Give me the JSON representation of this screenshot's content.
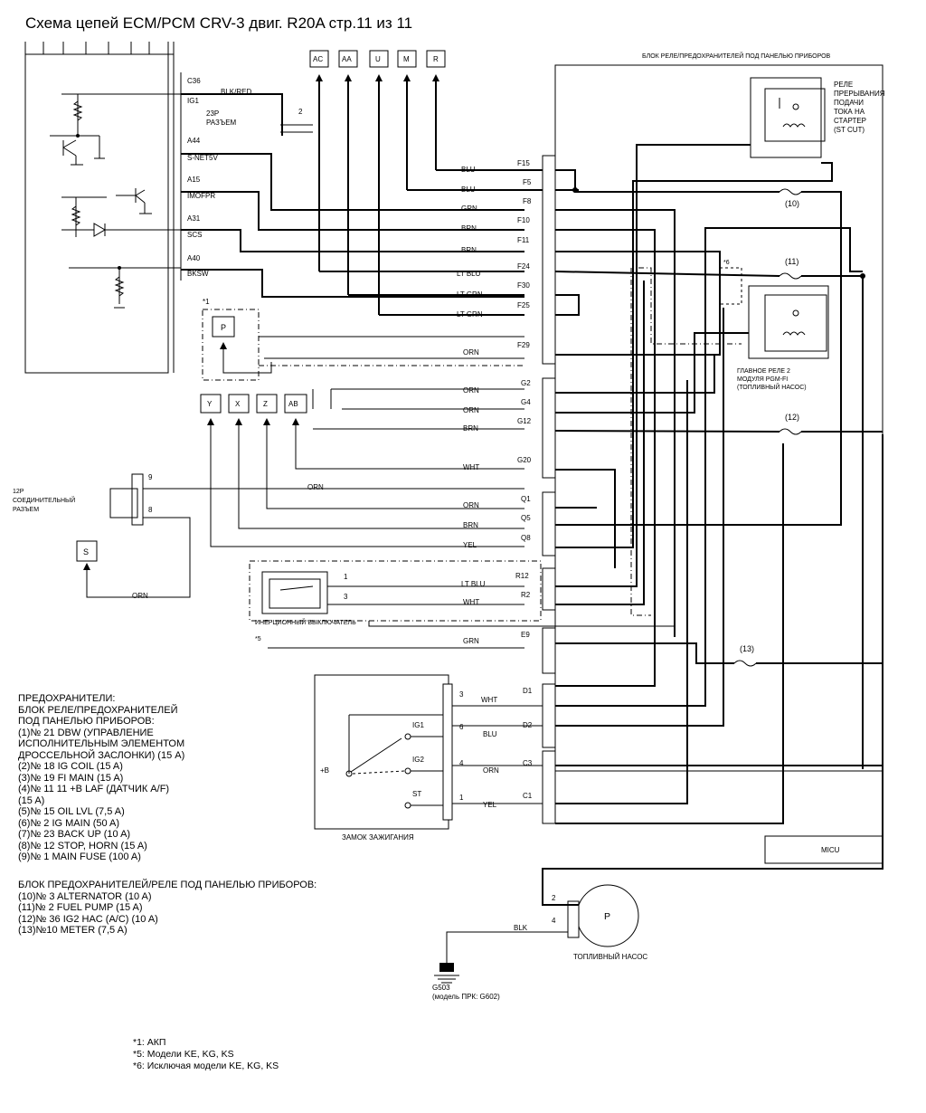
{
  "title": "Схема цепей ECM/PCM CRV-3 двиг. R20A  стр.11 из 11",
  "top_connectors": [
    "AC",
    "AA",
    "U",
    "M",
    "R"
  ],
  "mid_connectors": [
    "Y",
    "X",
    "Z",
    "AB"
  ],
  "connector_p": "P",
  "connector_s": "S",
  "ecm_pins": [
    {
      "pin": "C36",
      "signal": "IG1"
    },
    {
      "pin": "A44",
      "signal": "S-NET5V"
    },
    {
      "pin": "A15",
      "signal": "IMOFPR"
    },
    {
      "pin": "A31",
      "signal": "SCS"
    },
    {
      "pin": "A40",
      "signal": "BKSW"
    }
  ],
  "ecm_wire_blk_red": "BLK/RED",
  "connector_23p": "23P\nРАЗЪЕМ",
  "cap_label": "2",
  "note_marks": {
    "n1": "*1",
    "n5": "*5",
    "n6": "*6"
  },
  "fuse_block_title": "БЛОК РЕЛЕ/ПРЕДОХРАНИТЕЛЕЙ ПОД ПАНЕЛЬЮ ПРИБОРОВ",
  "relay_st_cut": [
    "РЕЛЕ",
    "ПРЕРЫВАНИЯ",
    "ПОДАЧИ",
    "ТОКА НА",
    "СТАРТЕР",
    "(ST CUT)"
  ],
  "main_relay": [
    "ГЛАВНОЕ РЕЛЕ 2",
    "МОДУЛЯ PGM-FI",
    "(ТОПЛИВНЫЙ НАСОС)"
  ],
  "fuse_labels": [
    "(10)",
    "(11)",
    "(12)",
    "(13)"
  ],
  "wires": [
    {
      "color": "BLU",
      "pin": "F15"
    },
    {
      "color": "BLU",
      "pin": "F5"
    },
    {
      "color": "GRN",
      "pin": "F8"
    },
    {
      "color": "BRN",
      "pin": "F10"
    },
    {
      "color": "BRN",
      "pin": "F11"
    },
    {
      "color": "LT BLU",
      "pin": "F24"
    },
    {
      "color": "LT GRN",
      "pin": "F30"
    },
    {
      "color": "LT GRN",
      "pin": "F25"
    },
    {
      "color": "ORN",
      "pin": "F29"
    },
    {
      "color": "ORN",
      "pin": "G2"
    },
    {
      "color": "ORN",
      "pin": "G4"
    },
    {
      "color": "BRN",
      "pin": "G12"
    },
    {
      "color": "WHT",
      "pin": "G20"
    },
    {
      "color": "ORN",
      "pin": "Q1"
    },
    {
      "color": "BRN",
      "pin": "Q5"
    },
    {
      "color": "YEL",
      "pin": "Q8"
    },
    {
      "color": "LT BLU",
      "pin": "R12"
    },
    {
      "color": "WHT",
      "pin": "R2"
    },
    {
      "color": "GRN",
      "pin": "E9"
    }
  ],
  "conn12p": {
    "label": "12P\nСОЕДИНИТЕЛЬНЫЙ\nРАЗЪЕМ",
    "pin9": "9",
    "pin8": "8",
    "wire_orn": "ORN",
    "s_wire": "ORN"
  },
  "inertia_switch": {
    "label": "ИНЕРЦИОННЫЙ ВЫКЛЮЧАТЕЛЬ",
    "pin1": "1",
    "pin3": "3"
  },
  "ignition": {
    "title": "ЗАМОК ЗАЖИГАНИЯ",
    "plus_b": "+B",
    "positions": [
      "IG1",
      "IG2",
      "ST"
    ],
    "pins": [
      {
        "num": "3",
        "color": "WHT",
        "pin": "D1"
      },
      {
        "num": "6",
        "color": "BLU",
        "pin": "D2"
      },
      {
        "num": "4",
        "color": "ORN",
        "pin": "C3"
      },
      {
        "num": "1",
        "color": "YEL",
        "pin": "C1"
      }
    ]
  },
  "micu": "MICU",
  "fuel_pump": {
    "label": "ТОПЛИВНЫЙ НАСОС",
    "pin2": "2",
    "pin4": "4",
    "wire": "BLK",
    "symbol": "P"
  },
  "ground": {
    "name": "G503",
    "note": "(модель ПРК: G602)"
  },
  "fuses_heading": [
    "ПРЕДОХРАНИТЕЛИ:",
    "БЛОК РЕЛЕ/ПРЕДОХРАНИТЕЛЕЙ",
    "ПОД ПАНЕЛЬЮ ПРИБОРОВ:",
    "(1)№ 21 DBW (УПРАВЛЕНИЕ",
    "ИСПОЛНИТЕЛЬНЫМ ЭЛЕМЕНТОМ",
    "ДРОССЕЛЬНОЙ ЗАСЛОНКИ) (15 A)",
    "(2)№ 18 IG COIL (15 A)",
    "(3)№ 19 FI MAIN (15 A)",
    "(4)№ 11 11 +B LAF (ДАТЧИК A/F)",
    "(15 A)",
    "(5)№ 15 OIL LVL (7,5 A)",
    "(6)№ 2 IG MAIN (50 A)",
    "(7)№ 23 BACK UP (10 A)",
    "(8)№ 12 STOP, HORN (15 A)",
    "(9)№ 1 MAIN FUSE (100 A)"
  ],
  "fuses_block2": [
    "БЛОК ПРЕДОХРАНИТЕЛЕЙ/РЕЛЕ ПОД ПАНЕЛЬЮ ПРИБОРОВ:",
    "(10)№ 3 ALTERNATOR (10 A)",
    "(11)№ 2 FUEL PUMP (15 A)",
    "(12)№ 36 IG2 HAC (A/C) (10 A)",
    "(13)№10 METER (7,5 A)"
  ],
  "footnotes": [
    "*1: АКП",
    "*5: Модели KE, KG, KS",
    "*6: Исключая модели KE, KG, KS"
  ]
}
